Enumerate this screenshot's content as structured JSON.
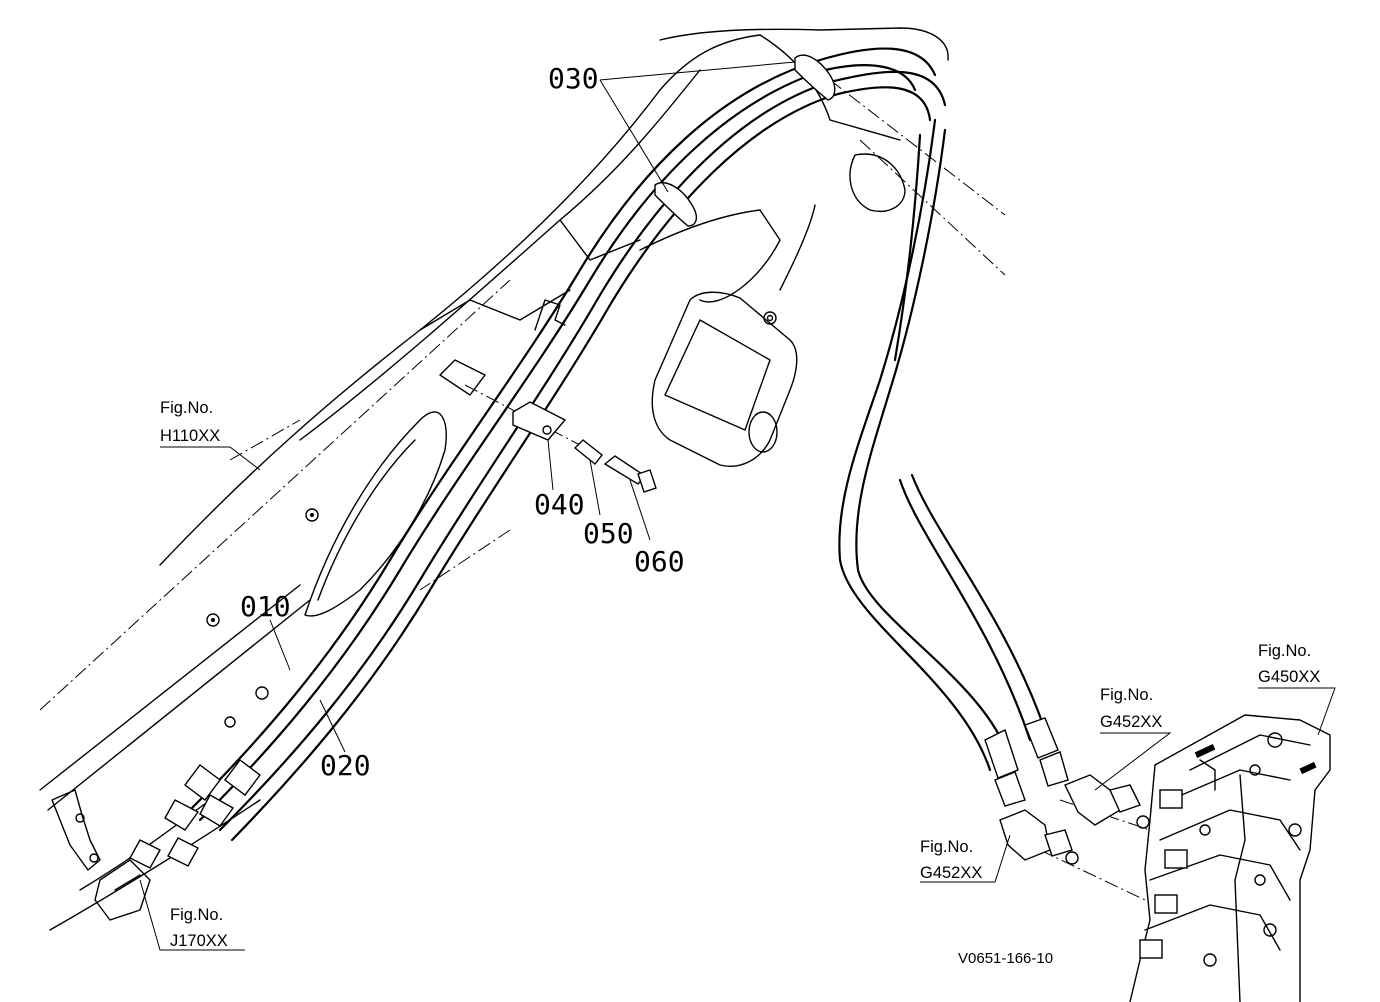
{
  "parts": [
    {
      "id": "p010",
      "label": "010"
    },
    {
      "id": "p020",
      "label": "020"
    },
    {
      "id": "p030",
      "label": "030"
    },
    {
      "id": "p040",
      "label": "040"
    },
    {
      "id": "p050",
      "label": "050"
    },
    {
      "id": "p060",
      "label": "060"
    }
  ],
  "references": [
    {
      "id": "ref-h110",
      "line1": "Fig.No.",
      "line2": "H110XX"
    },
    {
      "id": "ref-j170",
      "line1": "Fig.No.",
      "line2": "J170XX"
    },
    {
      "id": "ref-g452-top",
      "line1": "Fig.No.",
      "line2": "G452XX"
    },
    {
      "id": "ref-g452-bottom",
      "line1": "Fig.No.",
      "line2": "G452XX"
    },
    {
      "id": "ref-g450",
      "line1": "Fig.No.",
      "line2": "G450XX"
    }
  ],
  "drawing_id": "V0651-166-10"
}
